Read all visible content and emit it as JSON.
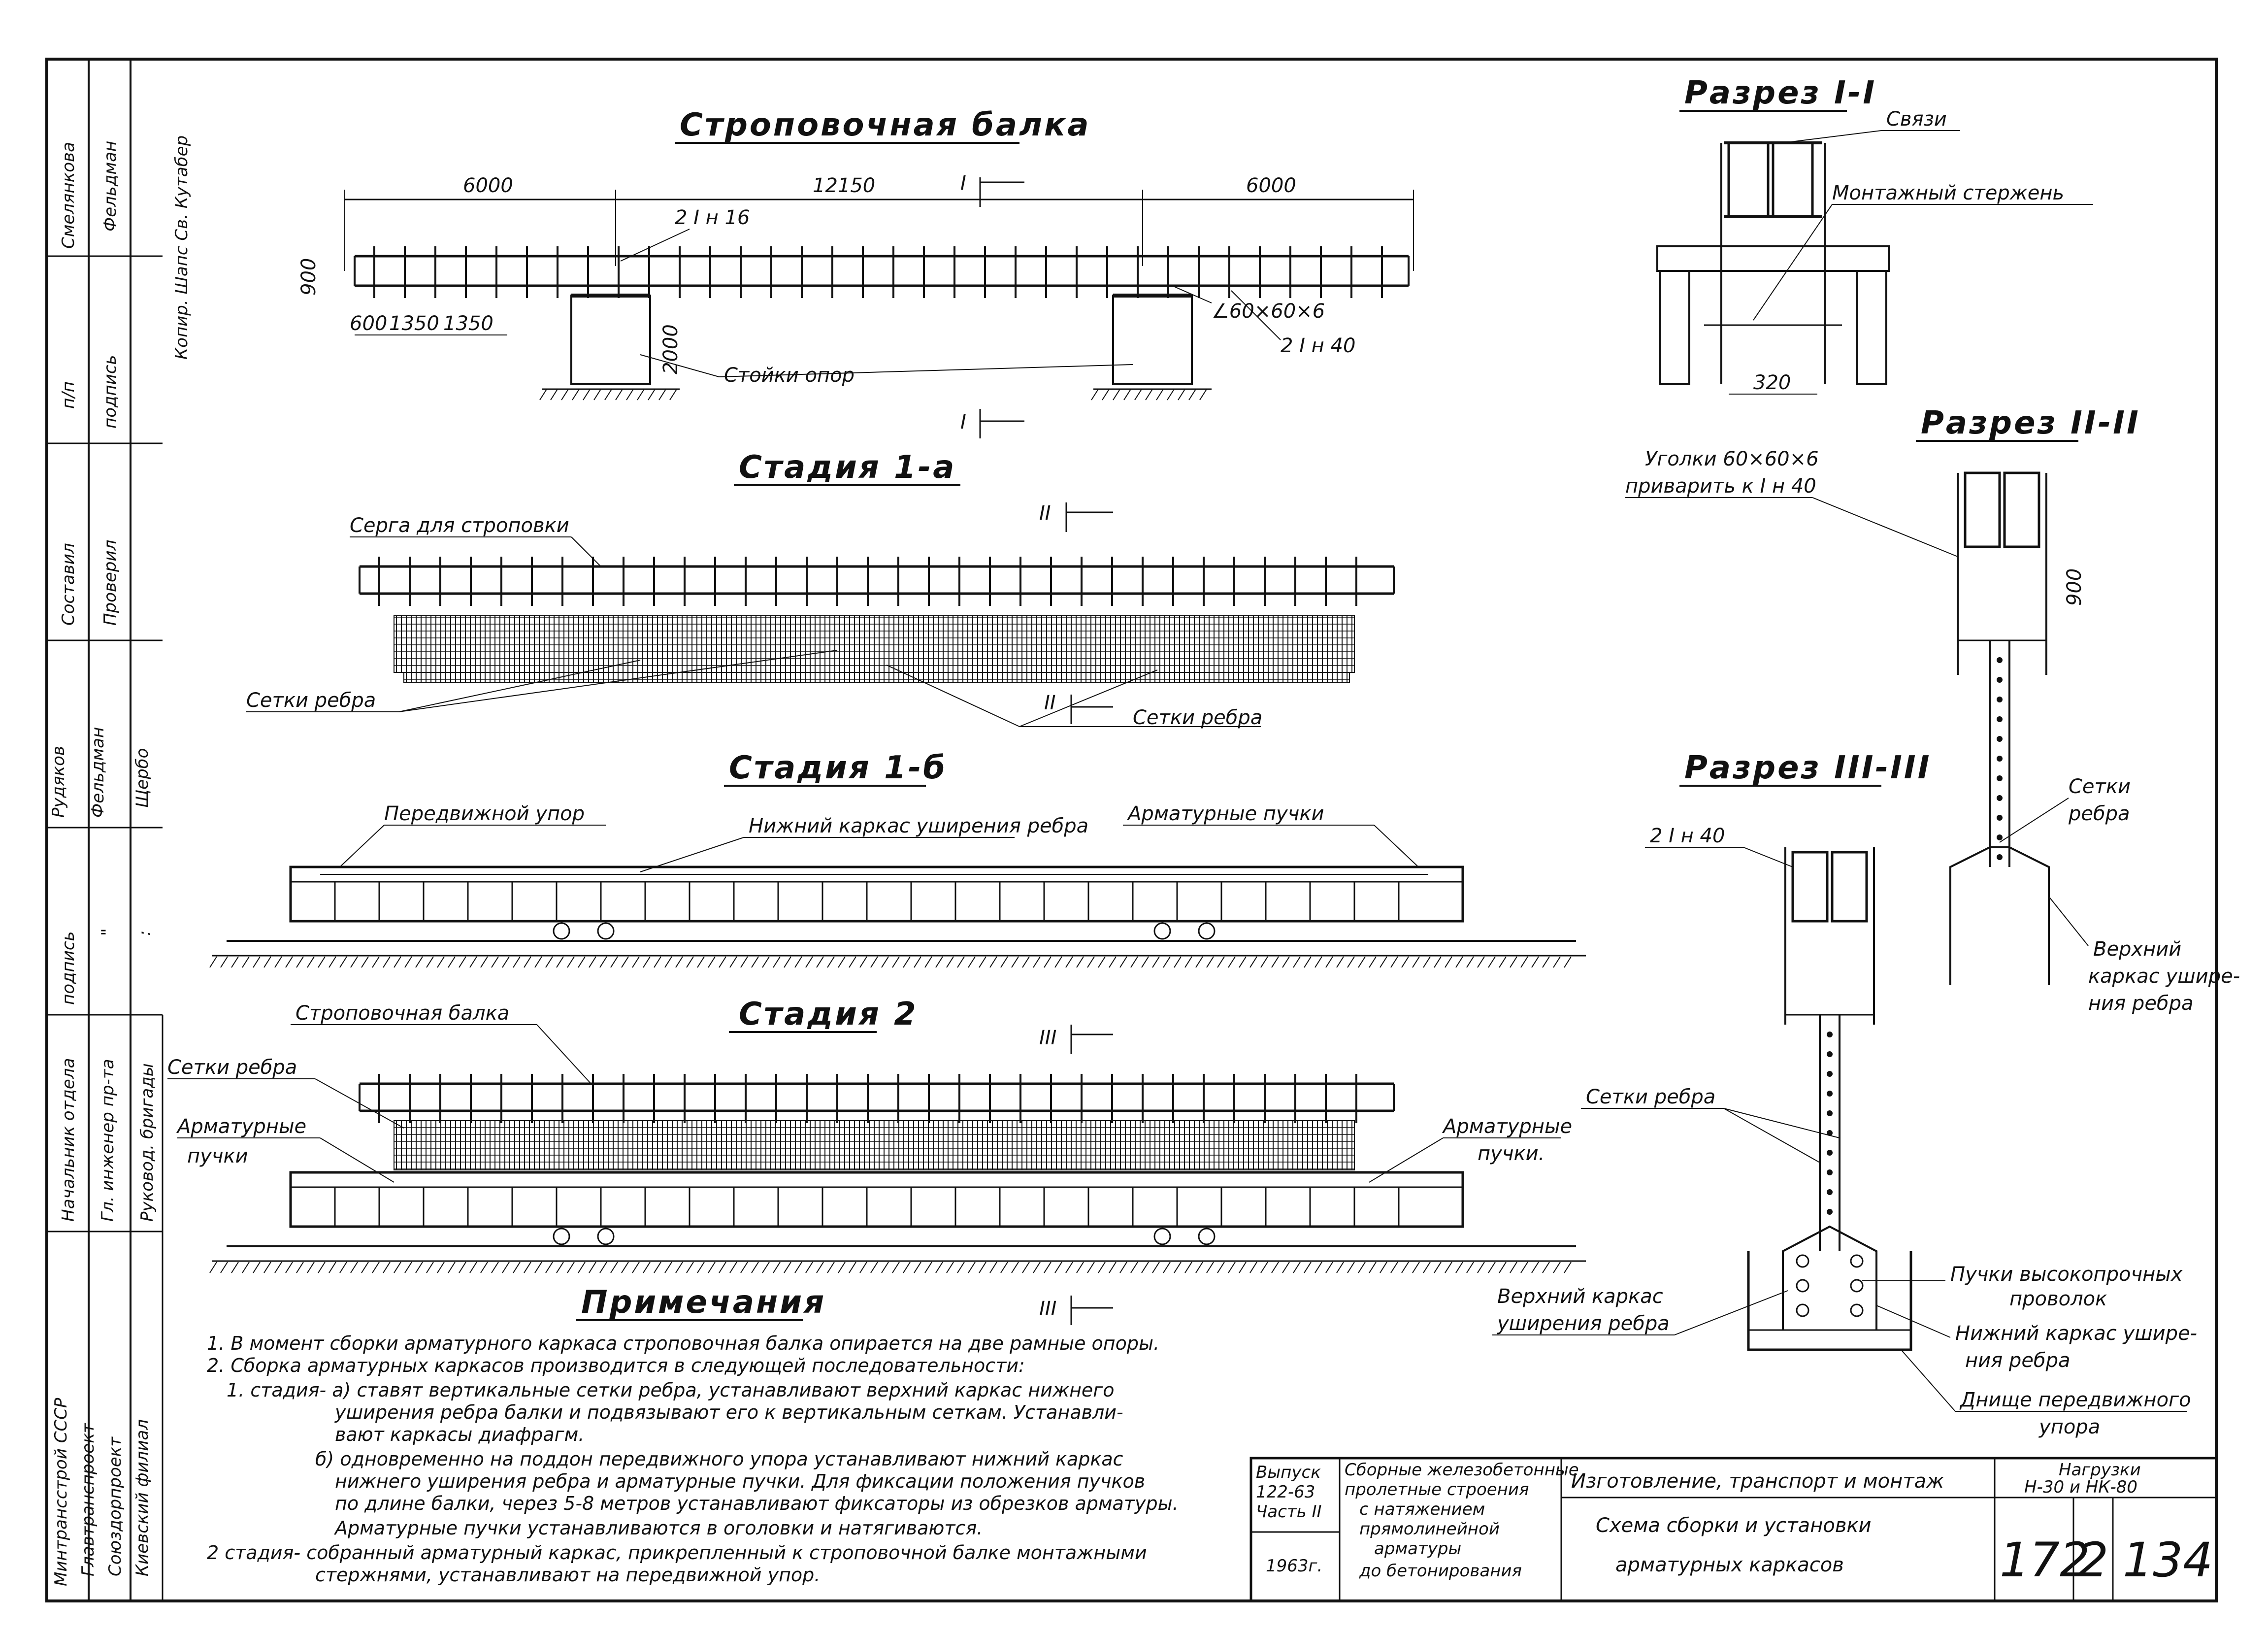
{
  "titles": {
    "beam": "Строповочная балка",
    "stage1a": "Стадия 1-а",
    "stage1b": "Стадия 1-б",
    "stage2": "Стадия 2",
    "section1": "Разрез I-I",
    "section2": "Разрез II-II",
    "section3": "Разрез III-III",
    "notes": "Примечания"
  },
  "beam_view": {
    "dims_top": [
      "6000",
      "12150",
      "6000"
    ],
    "dims_left": [
      "600",
      "1350",
      "1350"
    ],
    "height": "900",
    "post_height": "2000",
    "section_mark_top": "I",
    "section_mark_bottom": "I",
    "lbl_girder_top": "2 I н 16",
    "lbl_angle": "∠60×60×6",
    "lbl_girder_main": "2 I н 40",
    "lbl_posts": "Стойки опор"
  },
  "stage1a": {
    "section_mark_top": "II",
    "section_mark_bottom": "II",
    "lbl_earring": "Серга для строповки",
    "lbl_mesh_left": "Сетки ребра",
    "lbl_mesh_right": "Сетки ребра"
  },
  "stage1b": {
    "lbl_stop": "Передвижной упор",
    "lbl_frame": "Нижний каркас уширения ребра",
    "lbl_bundles": "Арматурные пучки"
  },
  "stage2": {
    "section_mark_top": "III",
    "section_mark_bottom": "III",
    "lbl_beam": "Строповочная балка",
    "lbl_mesh": "Сетки ребра",
    "lbl_bundles_left_1": "Арматурные",
    "lbl_bundles_left_2": "пучки",
    "lbl_bundles_right_1": "Арматурные",
    "lbl_bundles_right_2": "пучки."
  },
  "section1": {
    "lbl_ties": "Связи",
    "lbl_rod": "Монтажный стержень",
    "dim_width": "320"
  },
  "section2": {
    "lbl_angles_1": "Уголки 60×60×6",
    "lbl_angles_2": "приварить к I н 40",
    "dim_height": "900",
    "lbl_mesh_1": "Сетки",
    "lbl_mesh_2": "ребра",
    "lbl_upper_1": "Верхний",
    "lbl_upper_2": "каркас ушире-",
    "lbl_upper_3": "ния ребра"
  },
  "section3": {
    "lbl_girder": "2 I н 40",
    "lbl_mesh": "Сетки ребра",
    "lbl_upper_1": "Верхний каркас",
    "lbl_upper_2": "уширения ребра",
    "lbl_wires_1": "Пучки высокопрочных",
    "lbl_wires_2": "проволок",
    "lbl_lower_1": "Нижний каркас ушире-",
    "lbl_lower_2": "ния ребра",
    "lbl_bottom_1": "Днище передвижного",
    "lbl_bottom_2": "упора"
  },
  "notes": {
    "lines": [
      "1. В момент сборки арматурного каркаса строповочная балка опирается на две рамные опоры.",
      "2. Сборка арматурных каркасов производится в следующей последовательности:",
      "1. стадия- а) ставят вертикальные сетки ребра, устанавливают верхний каркас нижнего",
      "уширения ребра балки и подвязывают его к вертикальным сеткам. Устанавли-",
      "вают каркасы диафрагм.",
      "б) одновременно на поддон передвижного упора устанавливают нижний каркас",
      "нижнего уширения ребра и арматурные пучки. Для фиксации положения пучков",
      "по длине балки, через 5-8 метров устанавливают фиксаторы из обрезков арматуры.",
      "Арматурные пучки устанавливаются в оголовки и натягиваются.",
      "2 стадия- собранный арматурный каркас, прикрепленный к строповочной балке монтажными",
      "стержнями, устанавливают на передвижной упор."
    ]
  },
  "side_stamp": {
    "org": [
      "Минтрансстрой СССР",
      "Главтранспроект",
      "Союздорпроект",
      "Киевский филиал"
    ],
    "roles": [
      "Начальник отдела",
      "Гл. инженер пр-та",
      "Руковод. бригады"
    ],
    "sign_hdr": "подпись",
    "sign_marks": [
      "\"",
      ":"
    ],
    "names_a": [
      "Рудяков",
      "Фельдман",
      "Щербо"
    ],
    "made": "Составил",
    "checked": "Проверил",
    "np": "п/п",
    "sign2": "подпись",
    "names_b": [
      "Смелянкова",
      "Фельдман"
    ],
    "copy": "Копир. Шапс  Св. Кутабер"
  },
  "title_block": {
    "issue_1": "Выпуск",
    "issue_2": "122-63",
    "issue_3": "Часть II",
    "year": "1963г.",
    "series_1": "Сборные железобетонные",
    "series_2": "пролетные строения",
    "series_3": "с натяжением",
    "series_4": "прямолинейной",
    "series_5": "арматуры",
    "series_6": "до бетонирования",
    "topic": "Изготовление, транспорт и монтаж",
    "loads_1": "Нагрузки",
    "loads_2": "Н-30 и НК-80",
    "drawing_1": "Схема сборки и установки",
    "drawing_2": "арматурных каркасов",
    "num_1": "172",
    "num_2": "2",
    "sheet": "134"
  }
}
